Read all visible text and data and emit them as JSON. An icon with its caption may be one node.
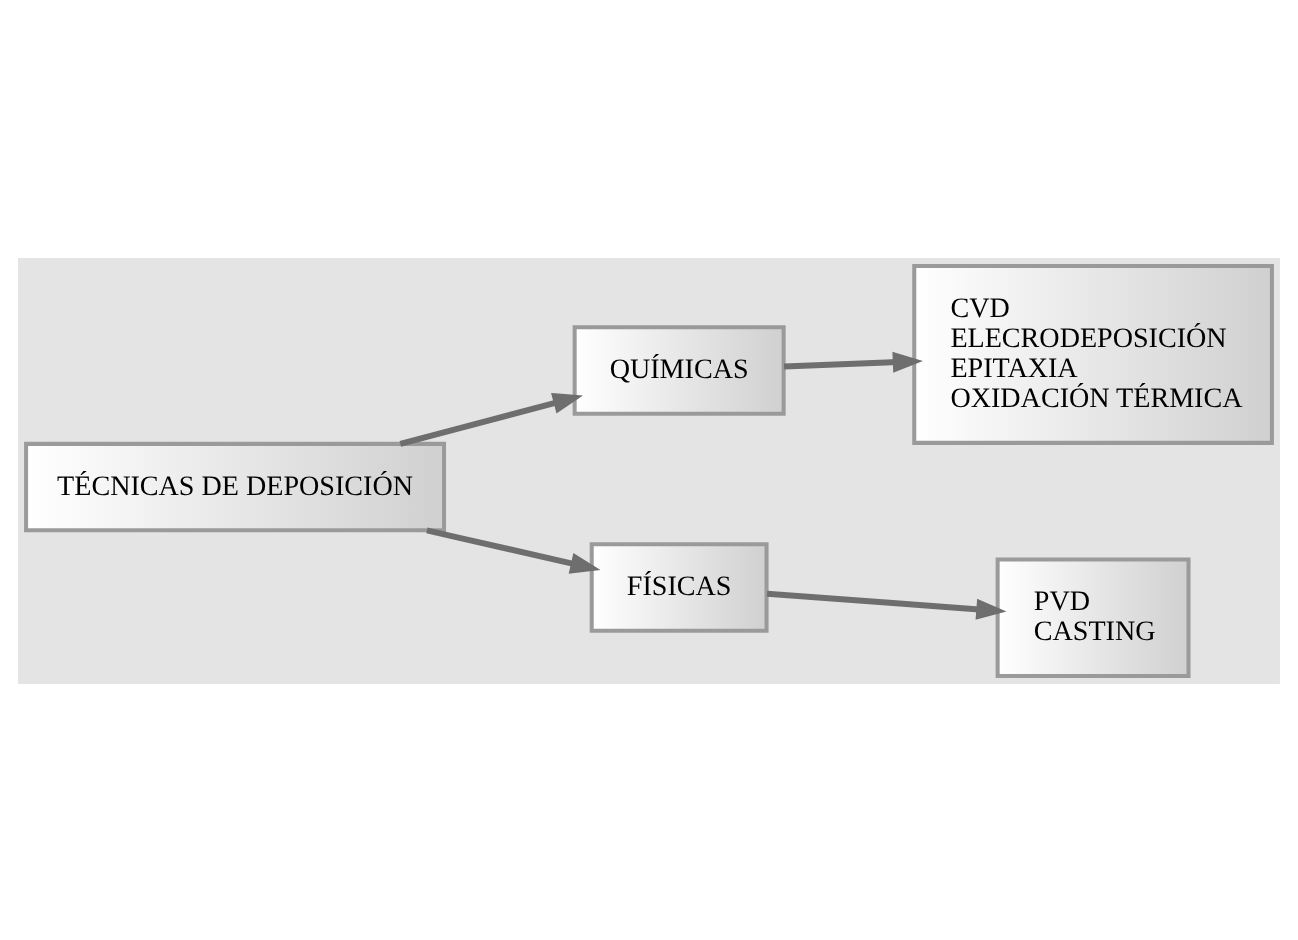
{
  "diagram": {
    "nodes": [
      {
        "text": [
          "TÉCNICAS DE DEPOSICIÓN"
        ]
      },
      {
        "text": [
          "QUÍMICAS"
        ]
      },
      {
        "text": [
          "FÍSICAS"
        ]
      },
      {
        "text": [
          "CVD",
          "ELECRODEPOSICIÓN",
          "EPITAXIA",
          "OXIDACIÓN TÉRMICA"
        ]
      },
      {
        "text": [
          "PVD",
          "CASTING"
        ]
      }
    ],
    "edges": [
      {
        "from": 0,
        "to": 1,
        "arrow": "to"
      },
      {
        "from": 0,
        "to": 2,
        "arrow": "to"
      },
      {
        "from": 1,
        "to": 3,
        "arrow": "to"
      },
      {
        "from": 2,
        "to": 4,
        "arrow": "to"
      }
    ]
  }
}
